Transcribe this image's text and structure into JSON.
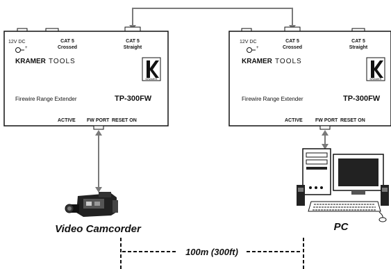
{
  "left_unit": {
    "power_label": "12V DC",
    "cat5_crossed_label": [
      "CAT 5",
      "Crossed"
    ],
    "cat5_straight_label": [
      "CAT 5",
      "Straight"
    ],
    "brand": "KRAMER",
    "brand_suffix": "TOOLS",
    "logo_text": "KRAMER",
    "product_name": "Firewire Range Extender",
    "model": "TP-300FW",
    "active_label": "ACTIVE",
    "fw_port_label": "FW PORT",
    "reset_on_label": "RESET  ON"
  },
  "right_unit": {
    "power_label": "12V DC",
    "cat5_crossed_label": [
      "CAT 5",
      "Crossed"
    ],
    "cat5_straight_label": [
      "CAT 5",
      "Straight"
    ],
    "brand": "KRAMER",
    "brand_suffix": "TOOLS",
    "logo_text": "KRAMER",
    "product_name": "Firewire Range Extender",
    "model": "TP-300FW",
    "active_label": "ACTIVE",
    "fw_port_label": "FW PORT",
    "reset_on_label": "RESET  ON"
  },
  "camcorder_label": "Video Camcorder",
  "pc_label": "PC",
  "distance_label": "100m (300ft)",
  "colors": {
    "cable": "#7a7a7a",
    "outline": "#111111"
  }
}
